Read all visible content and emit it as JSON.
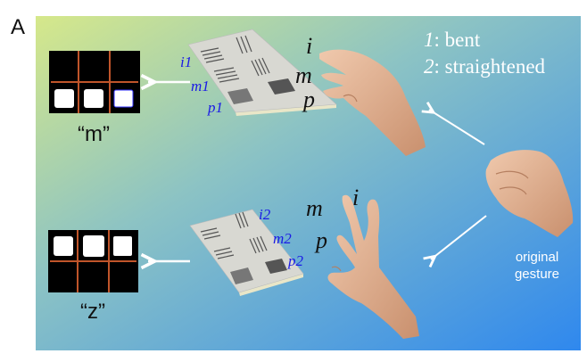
{
  "panel_label": "A",
  "legend": {
    "line1_num": "1",
    "line1_text": ": bent",
    "line2_num": "2",
    "line2_text": ": straightened"
  },
  "original_gesture": {
    "line1": "original",
    "line2": "gesture"
  },
  "top_row": {
    "finger_labels": {
      "i": "i",
      "m": "m",
      "p": "p"
    },
    "sensor_labels": {
      "i": "i1",
      "m": "m1",
      "p": "p1"
    },
    "letter": "“m”",
    "grid_lit_cells": [
      0,
      0,
      0,
      1,
      1,
      1
    ]
  },
  "bottom_row": {
    "finger_labels": {
      "i": "i",
      "m": "m",
      "p": "p"
    },
    "sensor_labels": {
      "i": "i2",
      "m": "m2",
      "p": "p2"
    },
    "letter": "“z”",
    "grid_lit_cells": [
      1,
      1,
      1,
      0,
      0,
      0
    ]
  },
  "colors": {
    "bg_start": "#d6e88a",
    "bg_mid": "#8cc3c4",
    "bg_end": "#2f88ee",
    "sensor_label": "#1a1ae6",
    "grid_line": "#c0552a",
    "skin": "#e2b596"
  }
}
